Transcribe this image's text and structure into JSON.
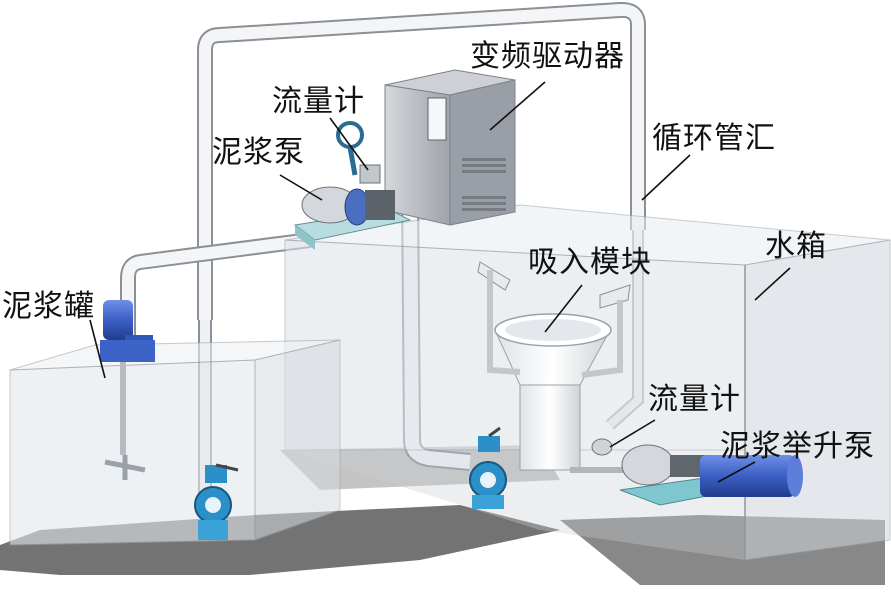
{
  "labels": {
    "vfd": "变频驱动器",
    "flowmeter_top": "流量计",
    "slurry_pump": "泥浆泵",
    "circulation_pipe": "循环管汇",
    "water_tank": "水箱",
    "suction_module": "吸入模块",
    "slurry_tank": "泥浆罐",
    "flowmeter_bottom": "流量计",
    "slurry_lift_pump": "泥浆举升泵"
  },
  "colors": {
    "pipe": "#eef1f3",
    "pipe_edge": "#8a9096",
    "tank_glass": "#e6eaee",
    "cabinet": "#b9bcc2",
    "valve": "#2b8fc8",
    "motor_blue": "#3b63c9",
    "base_cyan": "#7fc6cf",
    "shadow": "#505050"
  }
}
